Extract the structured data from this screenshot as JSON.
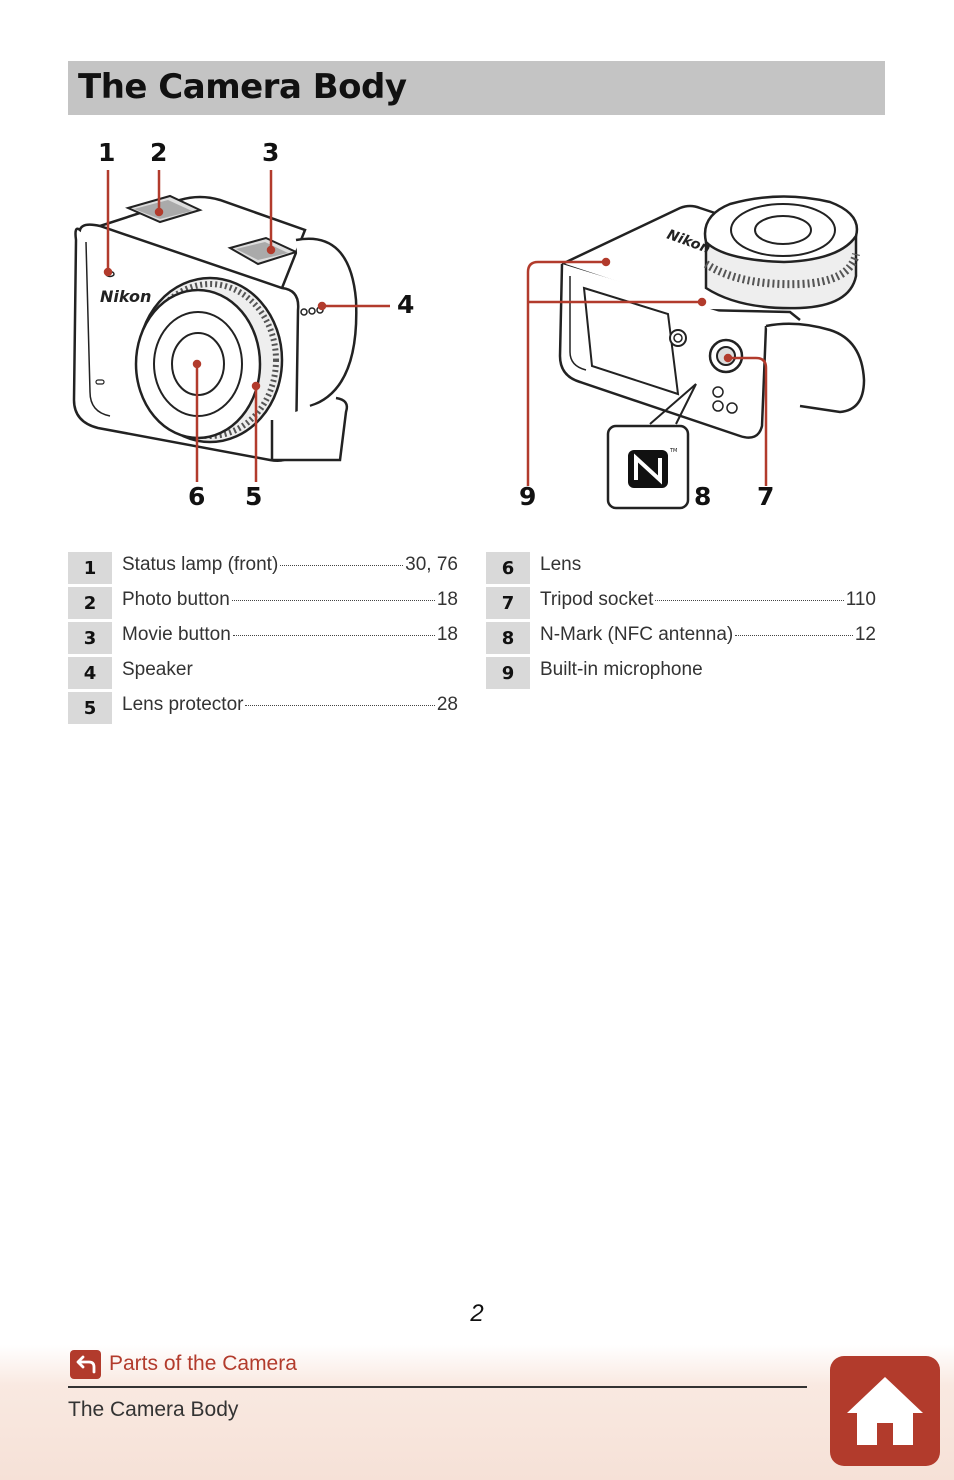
{
  "header": {
    "title": "The Camera Body"
  },
  "figure_left": {
    "callouts": [
      "1",
      "2",
      "3",
      "4",
      "5",
      "6"
    ],
    "brand_text": "Nikon"
  },
  "figure_right": {
    "callouts": [
      "7",
      "8",
      "9"
    ],
    "brand_text": "Nikon"
  },
  "parts_left": [
    {
      "num": "1",
      "label": "Status lamp (front)",
      "page": "30, 76"
    },
    {
      "num": "2",
      "label": "Photo button",
      "page": "18"
    },
    {
      "num": "3",
      "label": "Movie button",
      "page": "18"
    },
    {
      "num": "4",
      "label": "Speaker",
      "page": ""
    },
    {
      "num": "5",
      "label": "Lens protector",
      "page": "28"
    }
  ],
  "parts_right": [
    {
      "num": "6",
      "label": "Lens",
      "page": ""
    },
    {
      "num": "7",
      "label": "Tripod socket",
      "page": "110"
    },
    {
      "num": "8",
      "label": "N-Mark (NFC antenna)",
      "page": "12"
    },
    {
      "num": "9",
      "label": "Built-in microphone",
      "page": ""
    }
  ],
  "page_number": "2",
  "footer": {
    "back_link": "Parts of the Camera",
    "breadcrumb": "The Camera Body"
  },
  "colors": {
    "accent": "#b23b2c",
    "title_bar": "#c4c4c4",
    "number_cell": "#d9d9d9"
  },
  "icons": {
    "back": "return-arrow-icon",
    "home": "home-icon",
    "nfc": "n-mark-icon"
  }
}
